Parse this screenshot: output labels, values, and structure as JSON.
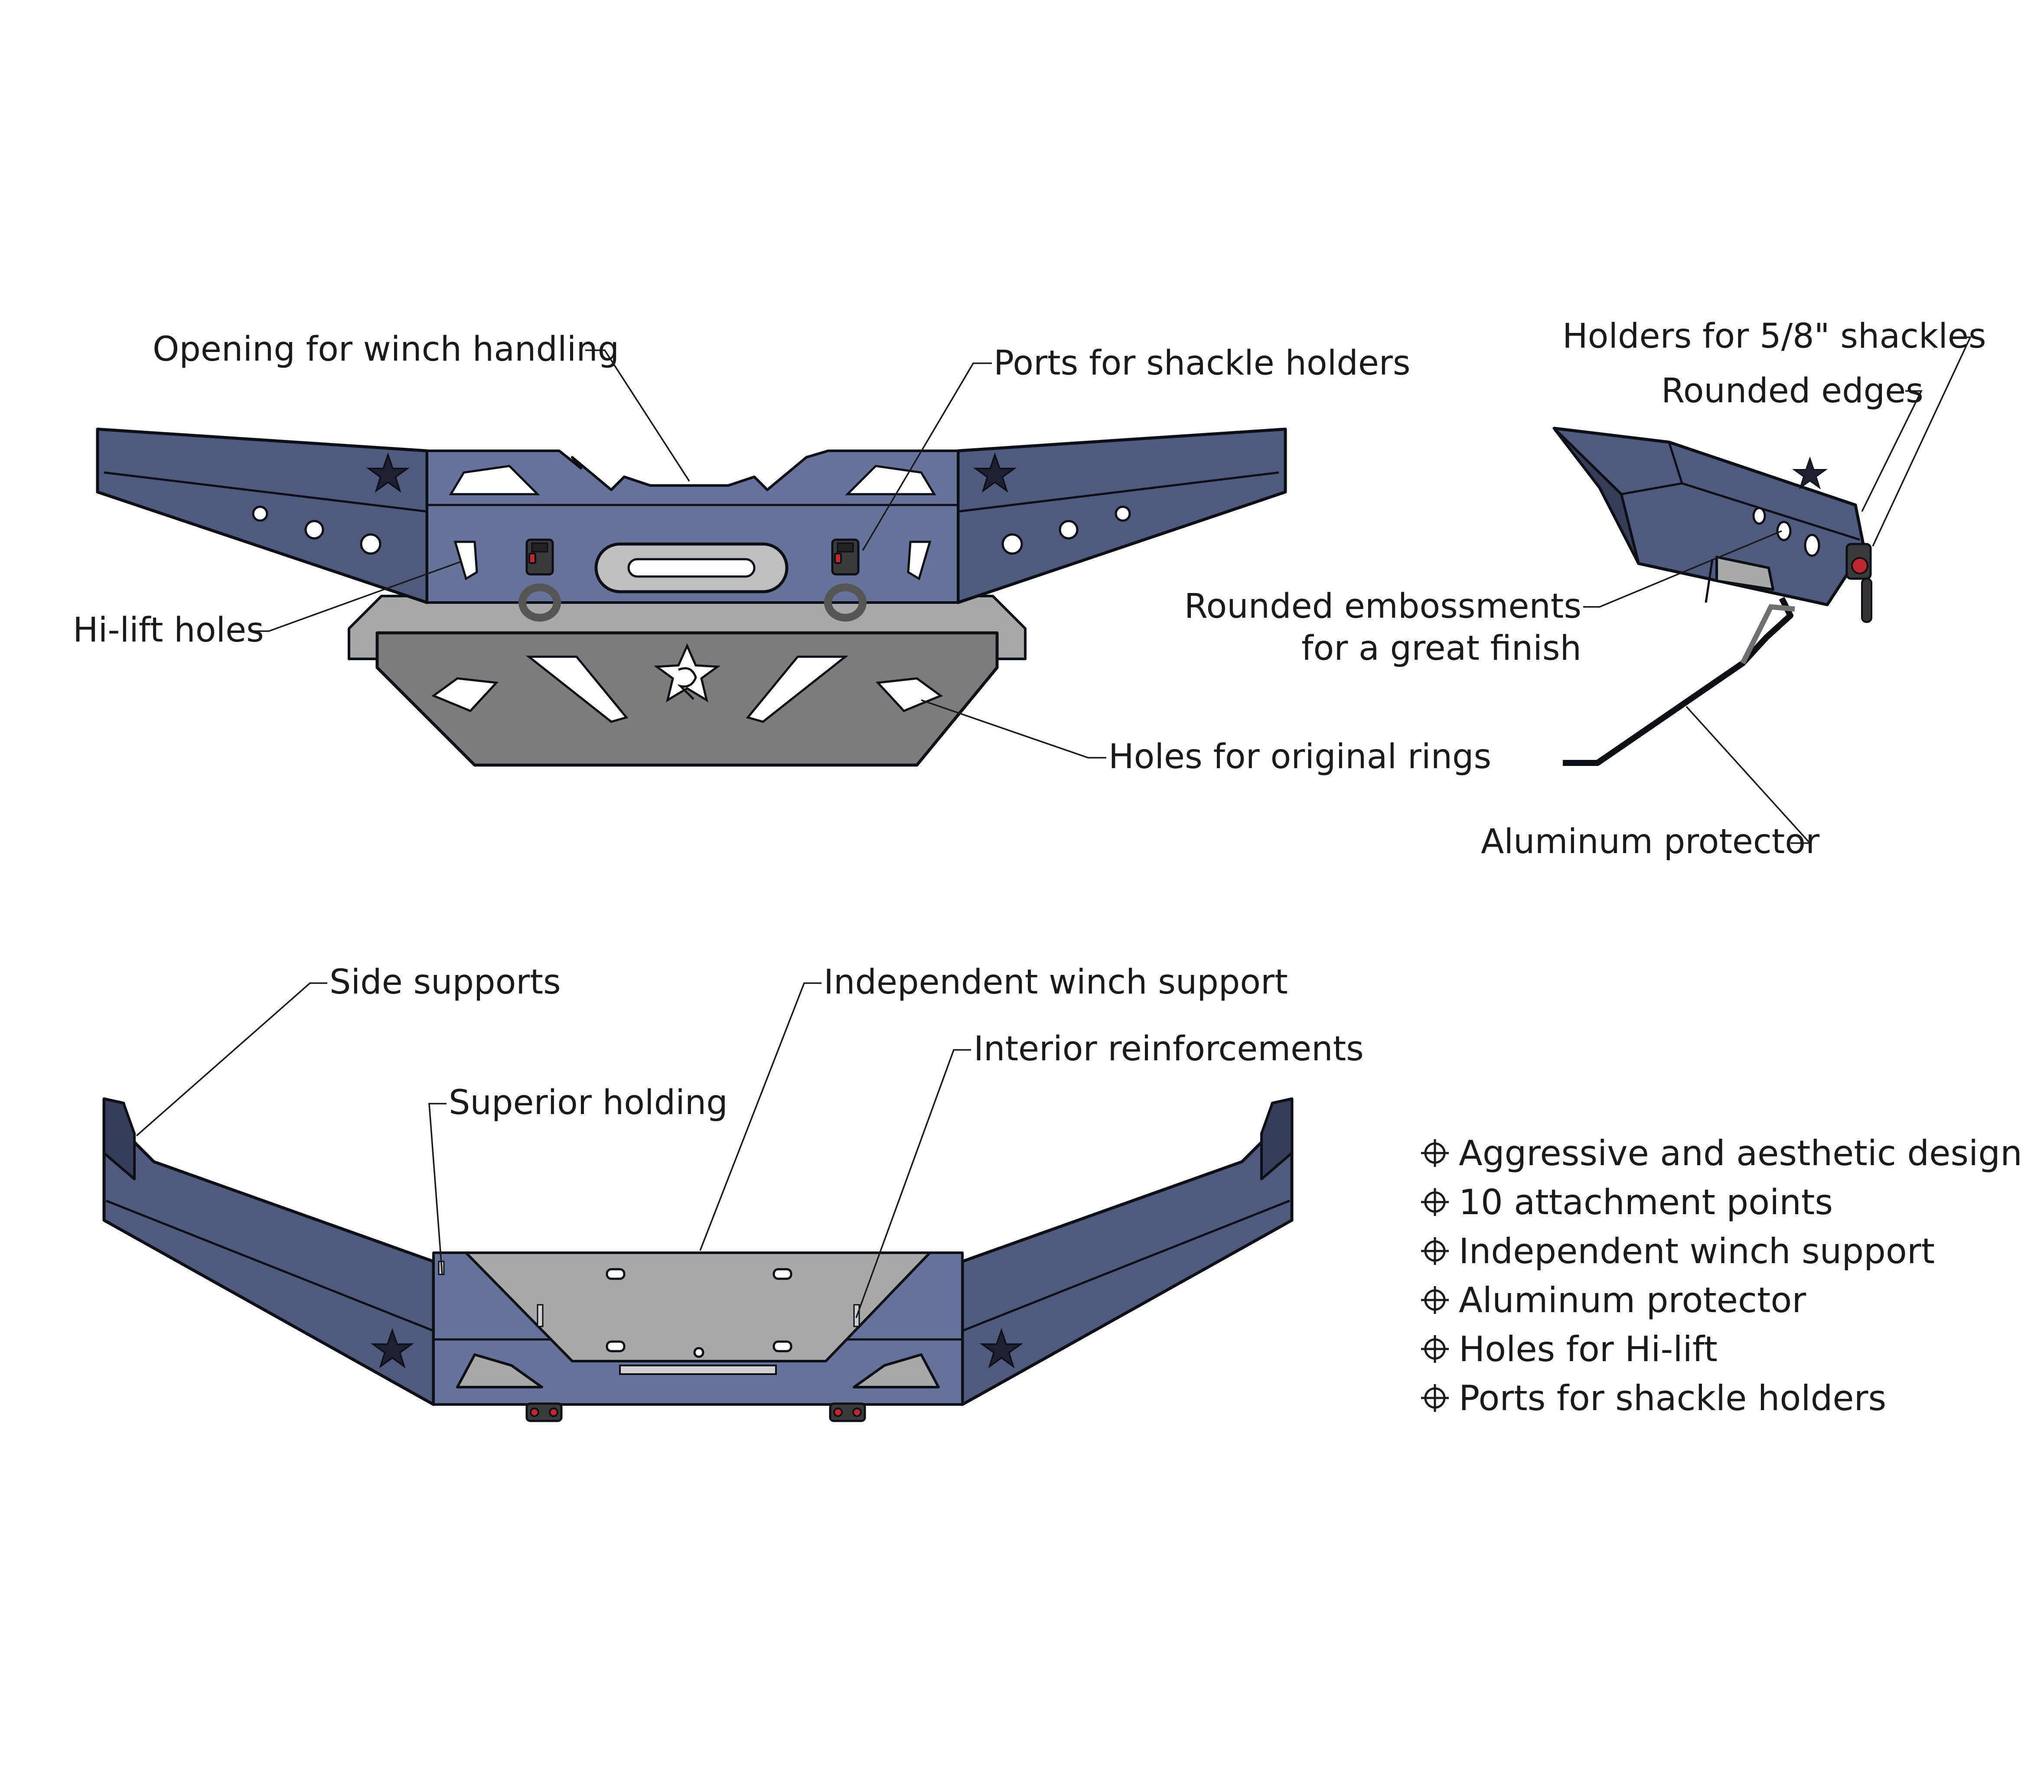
{
  "callouts": {
    "front": {
      "winch_opening": "Opening for winch handling",
      "shackle_ports": "Ports for shackle holders",
      "hilift_holes": "Hi-lift holes",
      "original_rings": "Holes for original rings"
    },
    "side": {
      "shackle_holders": "Holders for 5/8\" shackles",
      "rounded_edges": "Rounded edges",
      "embossments_line1": "Rounded embossments",
      "embossments_line2": "for a great finish",
      "aluminum_protector": "Aluminum protector"
    },
    "top": {
      "side_supports": "Side supports",
      "winch_support": "Independent winch support",
      "interior_reinforcements": "Interior reinforcements",
      "superior_holding": "Superior holding"
    }
  },
  "features": {
    "bullet_icon": "crosshair-icon",
    "items": [
      "Aggressive and aesthetic design",
      "10 attachment points",
      "Independent winch support",
      "Aluminum protector",
      "Holes for Hi-lift",
      "Ports for shackle holders"
    ]
  },
  "colors": {
    "bumper_body": "#4f5a7e",
    "skid_plate": "#7c7c7c",
    "shackle_accent": "#c0262d"
  }
}
